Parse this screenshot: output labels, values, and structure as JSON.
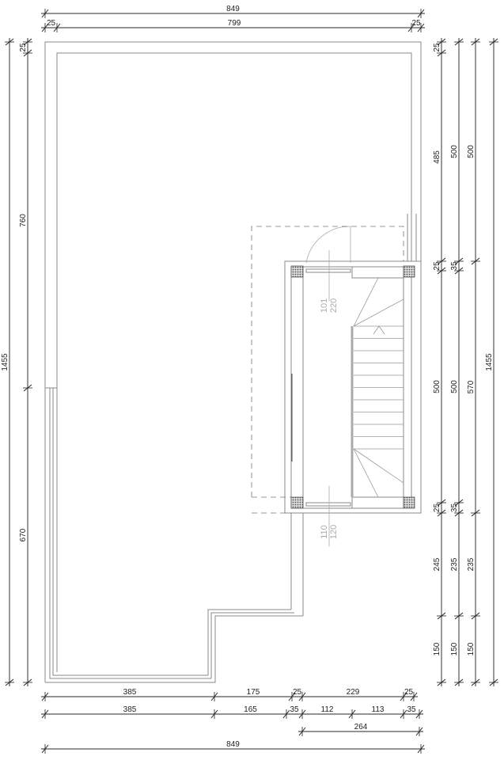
{
  "drawing": {
    "top_dimensions": {
      "overall": "849",
      "segments": [
        "25",
        "799",
        "25"
      ]
    },
    "left_dimensions": {
      "overall": "1455",
      "segments": [
        "25",
        "760",
        "670"
      ]
    },
    "right_dimensions": {
      "chain_1": [
        "25",
        "485",
        "25",
        "500",
        "25",
        "245",
        "150"
      ],
      "chain_2": [
        "500",
        "35",
        "500",
        "35",
        "235",
        "150"
      ],
      "chain_3": [
        "500",
        "570",
        "235",
        "150"
      ],
      "overall": "1455"
    },
    "bottom_dimensions": {
      "chain_1": [
        "385",
        "175",
        "25",
        "229",
        "25"
      ],
      "chain_2": [
        "385",
        "165",
        "35",
        "112",
        "113",
        "35"
      ],
      "chain_3": [
        "264"
      ],
      "overall": "849"
    },
    "door_label": {
      "width": "101",
      "height": "220"
    },
    "window_label": {
      "width": "110",
      "height": "120"
    },
    "colors": {
      "wall": "#8a8a8a",
      "dimension": "#222222",
      "label": "#aaaaaa"
    }
  }
}
